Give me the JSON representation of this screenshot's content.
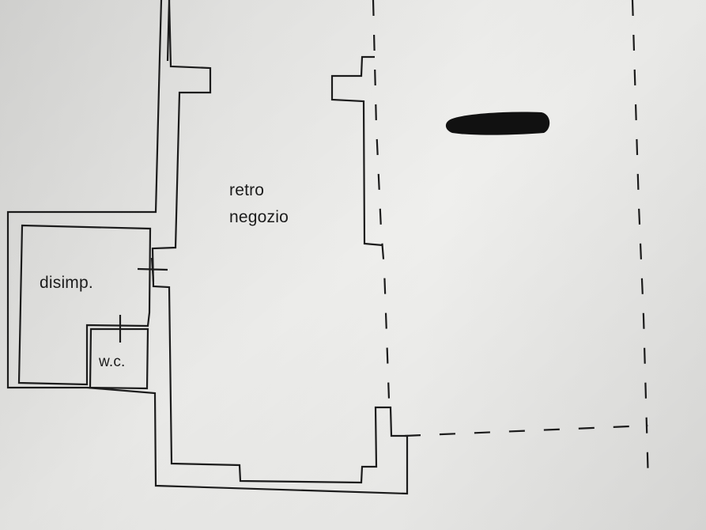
{
  "plan": {
    "rooms": {
      "retro_line1": "retro",
      "retro_line2": "negozio",
      "disimp": "disimp.",
      "wc": "w.c."
    },
    "colors": {
      "paper": "#e6e6e4",
      "wall": "#1c1c1c",
      "redaction": "#111111"
    }
  }
}
